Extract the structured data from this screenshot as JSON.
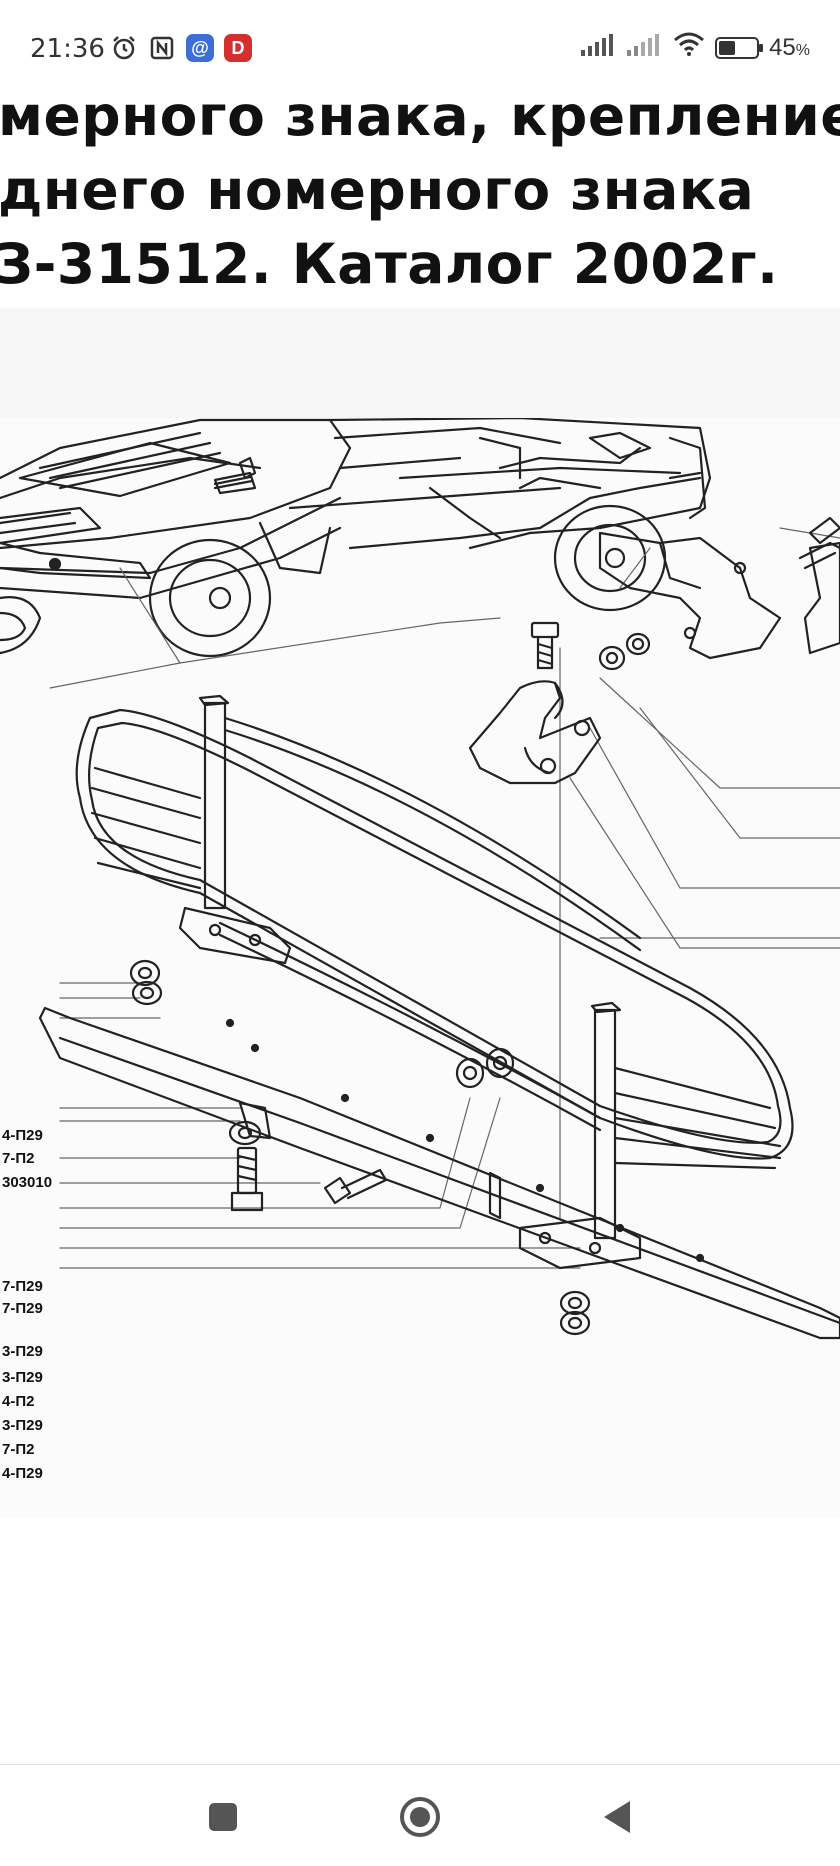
{
  "status_bar": {
    "time": "21:36",
    "battery_percent": "45",
    "battery_level": 0.45,
    "left_icons": [
      "alarm-clock-icon",
      "nfc-icon",
      "email-app-icon",
      "d-app-icon"
    ],
    "right_icons": [
      "signal-bars-icon",
      "signal-bars-2-icon",
      "wifi-icon",
      "battery-icon"
    ],
    "email_app_letter": "@",
    "d_app_letter": "D",
    "nfc_letter": "N"
  },
  "title": {
    "line1": "мерного знака, крепление",
    "line2": "днего номерного знака",
    "line3": "З-31512. Каталог 2002г."
  },
  "diagram": {
    "callouts": [
      "4-П29",
      "7-П2",
      "303010",
      "7-П29",
      "7-П29",
      "3-П29",
      "3-П29",
      "4-П2",
      "3-П29",
      "7-П2",
      "4-П29"
    ]
  },
  "nav_bar": {
    "buttons": [
      "recents-button",
      "home-button",
      "back-button"
    ]
  },
  "colors": {
    "background": "#ffffff",
    "text": "#111111",
    "diagram_background": "#fbfbfb",
    "grey_band": "#f6f6f6"
  }
}
